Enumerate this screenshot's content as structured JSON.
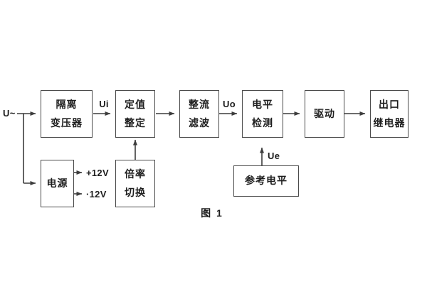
{
  "figure": {
    "caption": "图 1"
  },
  "signals": {
    "input": "U~",
    "ui": "Ui",
    "uo": "Uo",
    "ue": "Ue",
    "rail_pos": "+12V",
    "rail_neg": "·12V"
  },
  "blocks": {
    "isolation_transformer": {
      "line1": "隔离",
      "line2": "变压器"
    },
    "value_setting": {
      "line1": "定值",
      "line2": "整定"
    },
    "rectifier_filter": {
      "line1": "整流",
      "line2": "滤波"
    },
    "level_detection": {
      "line1": "电平",
      "line2": "检测"
    },
    "driver": {
      "label": "驱动"
    },
    "output_relay": {
      "line1": "出口",
      "line2": "继电器"
    },
    "power_supply": {
      "label": "电源"
    },
    "ratio_switching": {
      "line1": "倍率",
      "line2": "切换"
    },
    "reference_level": {
      "label": "参考电平"
    }
  },
  "colors": {
    "background": "#ffffff",
    "line": "#3d3d3d",
    "border": "#4a4a4a",
    "text": "#1e1e1e"
  }
}
